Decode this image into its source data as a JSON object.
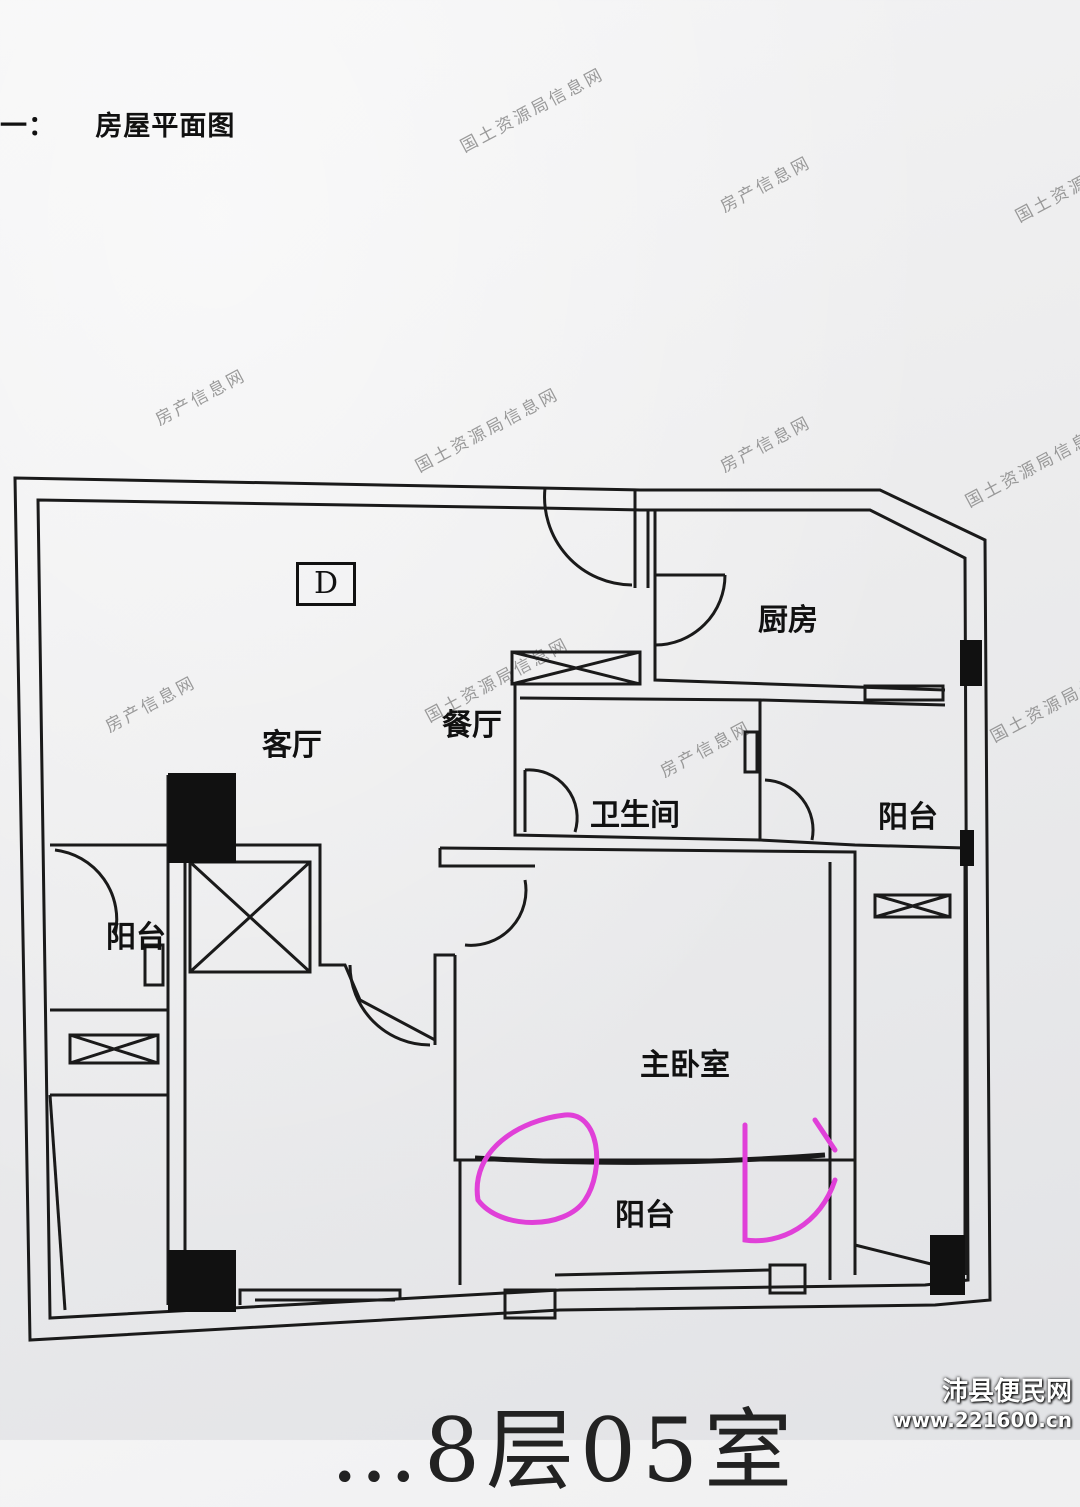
{
  "heading": {
    "number": "一：",
    "title": "房屋平面图"
  },
  "watermarks": [
    "国土资源局信息网",
    "房产信息网",
    "国土资源局信息网",
    "房产信息网",
    "国土资源局信息网",
    "房产信息网",
    "国土资源局信息网",
    "房产信息网",
    "国土资源局信息网",
    "房产信息网",
    "国土资源局信息网"
  ],
  "floorplan": {
    "entry_mark": "D",
    "rooms": {
      "living_room": "客厅",
      "dining_room": "餐厅",
      "kitchen": "厨房",
      "bathroom": "卫生间",
      "balcony_east": "阳台",
      "balcony_west": "阳台",
      "master_bedroom": "主卧室",
      "balcony_south": "阳台"
    },
    "annotation_color": "#e040d8"
  },
  "bottom_text": "…8层05室",
  "site_badge": {
    "name": "沛县便民网",
    "url": "www.221600.cn"
  }
}
